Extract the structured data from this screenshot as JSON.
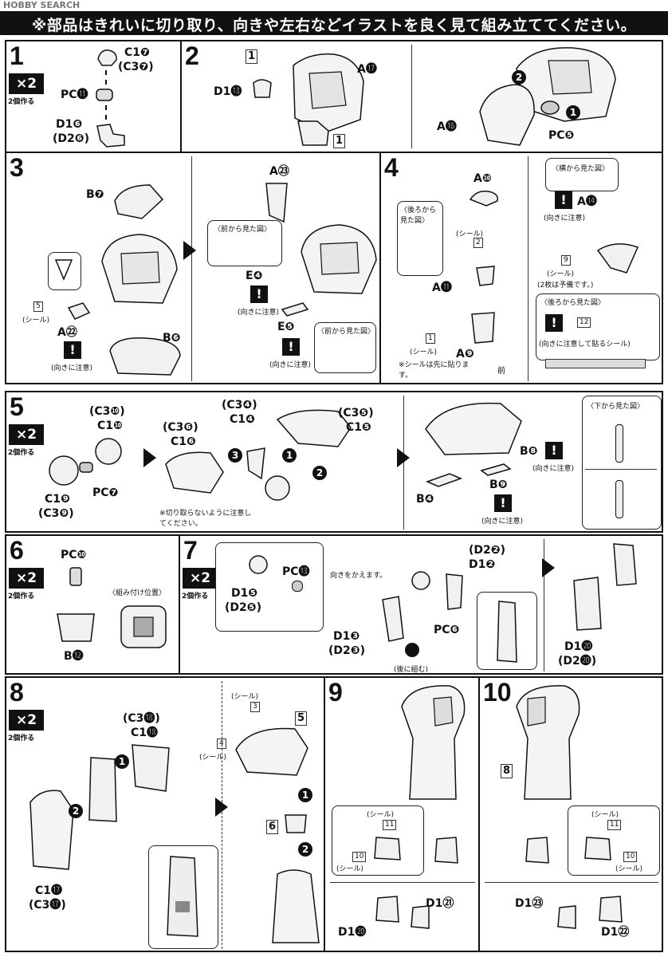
{
  "watermark": "HOBBY SEARCH",
  "banner": "※部品はきれいに切り取り、向きや左右などイラストを良く見て組み立ててください。",
  "x2": {
    "label": "×2",
    "sub": "2個作る"
  },
  "steps": {
    "s1": {
      "num": "1",
      "labels": [
        "C1❼",
        "(C3❼)",
        "PC⓫",
        "D1❻",
        "(D2❻)"
      ]
    },
    "s2": {
      "num": "2",
      "labels": [
        "1",
        "A⓱",
        "D1⓭",
        "1",
        "A⓰",
        "PC❺"
      ]
    },
    "s3": {
      "num": "3",
      "labels": [
        "B❼",
        "5",
        "(シール)",
        "A㉒",
        "(向きに注意)",
        "B❻",
        "A㉓",
        "〈前から見た図〉",
        "E❹",
        "(向きに注意)",
        "E❺",
        "(向きに注意)",
        "〈前から見た図〉"
      ]
    },
    "s4": {
      "num": "4",
      "labels": [
        "A❿",
        "〈後ろから見た図〉",
        "(シール)",
        "2",
        "A⓫",
        "1",
        "(シール)",
        "A❾",
        "※シールは先に貼ります。",
        "前",
        "〈横から見た図〉",
        "A⓮",
        "(向きに注意)",
        "9",
        "(シール)",
        "(2枚は予備です。)",
        "〈後ろから見た図〉",
        "12",
        "(向きに注意して貼るシール)"
      ]
    },
    "s5": {
      "num": "5",
      "labels": [
        "(C3❿)",
        "C1❿",
        "(C3❻)",
        "C1❻",
        "(C3❹)",
        "C1❹",
        "(C3❺)",
        "C1❺",
        "C1❾",
        "(C3❾)",
        "PC❼",
        "※切り取らないように注意してください。",
        "B❽",
        "(向きに注意)",
        "B❹",
        "B❾",
        "(向きに注意)",
        "〈下から見た図〉"
      ]
    },
    "s6": {
      "num": "6",
      "labels": [
        "PC❿",
        "〈組み付け位置〉",
        "B⓬"
      ]
    },
    "s7": {
      "num": "7",
      "labels": [
        "PC⓭",
        "D1❺",
        "(D2❺)",
        "向きをかえます。",
        "(D2❷)",
        "D1❷",
        "D1❸",
        "(D2❸)",
        "PC❻",
        "(後に組む)",
        "D1⓴",
        "(D2⓴)"
      ]
    },
    "s8": {
      "num": "8",
      "labels": [
        "(C3⓲)",
        "C1⓲",
        "C1⓱",
        "(C3⓱)",
        "(シール)",
        "3",
        "4",
        "(シール)",
        "5",
        "6"
      ]
    },
    "s9": {
      "num": "9",
      "labels": [
        "(シール)",
        "11",
        "10",
        "(シール)",
        "D1㉑",
        "D1⓴"
      ]
    },
    "s10": {
      "num": "10",
      "labels": [
        "8",
        "(シール)",
        "11",
        "10",
        "(シール)",
        "D1㉓",
        "D1㉒"
      ]
    }
  }
}
